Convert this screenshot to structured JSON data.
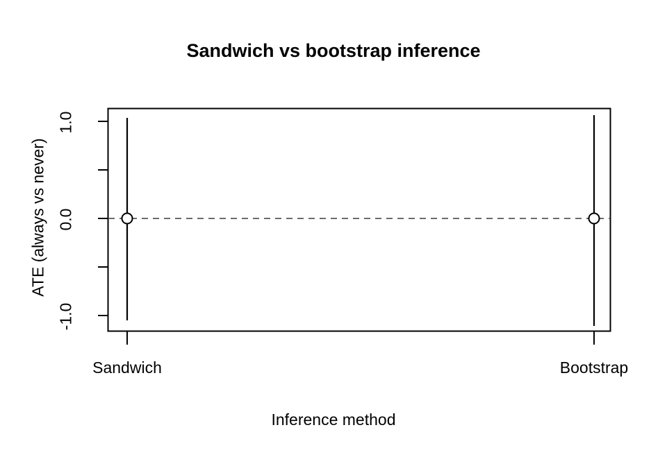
{
  "chart_data": {
    "type": "scatter",
    "title": "Sandwich vs bootstrap inference",
    "xlabel": "Inference method",
    "ylabel": "ATE (always vs never)",
    "categories": [
      "Sandwich",
      "Bootstrap"
    ],
    "x_tick_labels": [
      "Sandwich",
      "Bootstrap"
    ],
    "y_tick_labels": [
      "1.0",
      "0.0",
      "-1.0"
    ],
    "y_tick_values": [
      1.0,
      0.0,
      -1.0
    ],
    "y_minor_tick_values": [
      0.5,
      -0.5
    ],
    "ylim": [
      -1.15,
      1.15
    ],
    "grid": false,
    "legend": null,
    "reference_line": {
      "y": 0,
      "style": "dashed",
      "color": "#6b6b6b"
    },
    "marker": {
      "shape": "open-circle",
      "color": "#000000",
      "fill": "none"
    },
    "series": [
      {
        "name": "Sandwich",
        "estimate": 0.0,
        "ci_low": -1.05,
        "ci_high": 1.04
      },
      {
        "name": "Bootstrap",
        "estimate": 0.0,
        "ci_low": -1.11,
        "ci_high": 1.06
      }
    ],
    "values": [
      0.0,
      0.0
    ]
  },
  "colors": {
    "axis": "#000000",
    "reference": "#6b6b6b",
    "background": "#ffffff"
  }
}
